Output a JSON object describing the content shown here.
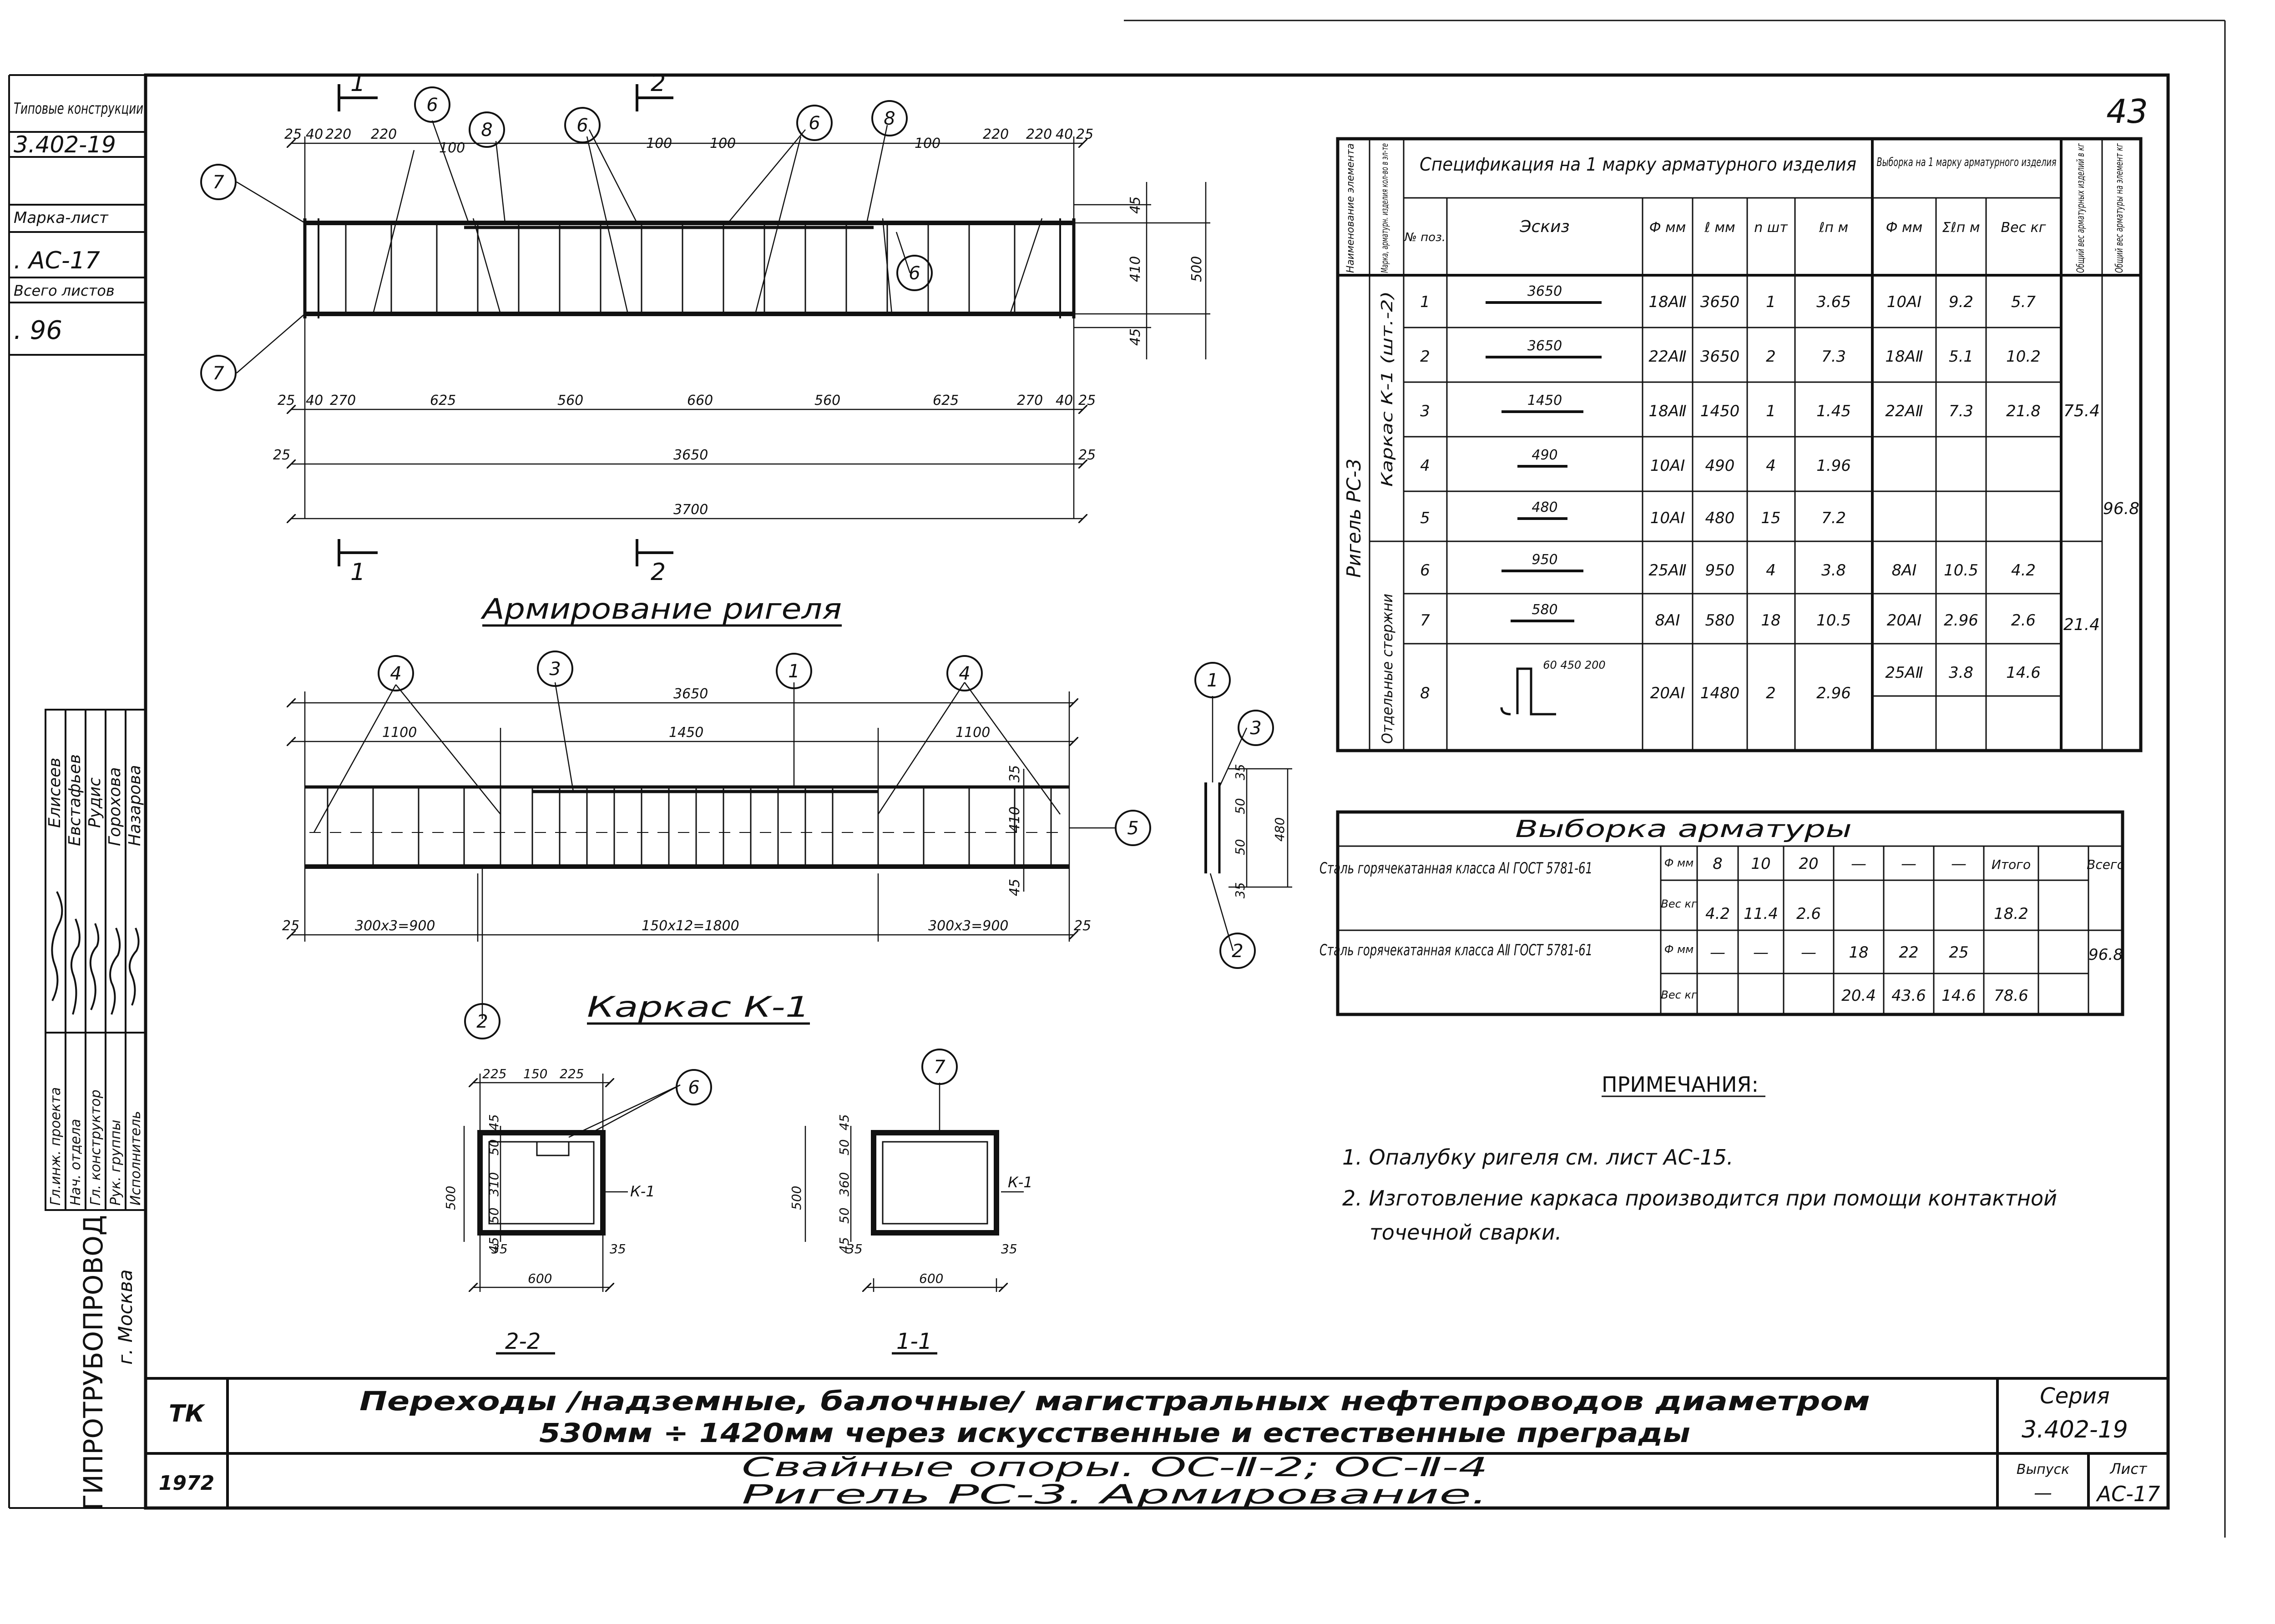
{
  "sheet_number": "43",
  "side_stamp": {
    "label1": "Типовые конструкции",
    "code": "3.402-19",
    "label2": "Марка-лист",
    "mark": ". АС-17",
    "label3": "Всего листов",
    "total": ". 96"
  },
  "signatures": {
    "roles": [
      "Гл.инж. проекта",
      "Нач. отдела",
      "Гл. конструктор",
      "Рук. группы",
      "Исполнитель"
    ],
    "names": [
      "Елисеев",
      "Евстафьев",
      "Рудис",
      "Горохова",
      "Назарова"
    ]
  },
  "org": {
    "name": "ГИПРОТРУБОПРОВОД",
    "city": "г. Москва"
  },
  "main_view": {
    "title": "Армирование ригеля",
    "section_marks": [
      "1",
      "2",
      "1",
      "2"
    ],
    "top_dims": [
      "25",
      "40",
      "220",
      "220",
      "100",
      "100",
      "100",
      "100",
      "220",
      "220",
      "40",
      "25"
    ],
    "bottom_dims": [
      "25",
      "40",
      "270",
      "625",
      "560",
      "660",
      "560",
      "625",
      "270",
      "40",
      "25"
    ],
    "overall_dims": [
      "25",
      "3650",
      "25",
      "3700"
    ],
    "height_dims": [
      "45",
      "410",
      "45",
      "500"
    ],
    "callouts": [
      "7",
      "7",
      "6",
      "8",
      "6",
      "6",
      "8",
      "6"
    ]
  },
  "cage_view": {
    "title": "Каркас К-1",
    "dims": [
      "3650",
      "1100",
      "1450",
      "1100",
      "300х3=900",
      "150х12=1800",
      "300х3=900",
      "25",
      "25",
      "35",
      "410",
      "45"
    ],
    "callouts": [
      "4",
      "3",
      "1",
      "4",
      "5",
      "2"
    ],
    "side_callouts": [
      "1",
      "3",
      "2"
    ],
    "side_dims": [
      "35",
      "50",
      "50",
      "35",
      "480"
    ]
  },
  "section_22": {
    "label": "2-2",
    "dims": [
      "225",
      "150",
      "225",
      "45",
      "50",
      "310",
      "50",
      "45",
      "500",
      "35",
      "35",
      "600"
    ],
    "cage": "К-1",
    "callout": "6"
  },
  "section_11": {
    "label": "1-1",
    "dims": [
      "45",
      "50",
      "360",
      "50",
      "45",
      "500",
      "35",
      "35",
      "600"
    ],
    "cage": "К-1",
    "callout": "7"
  },
  "spec": {
    "h_name": "Наименование элемента",
    "h_mark": "Марка, арматурн. изделия кол-во в эл-те",
    "h_title": "Спецификация на 1 марку арматурного изделия",
    "h_selection": "Выборка на 1 марку арматурного изделия",
    "h_total1": "Общий вес арматурных изделий в кг",
    "h_total2": "Общий вес арматуры на элемент кг",
    "cols": [
      "№ поз.",
      "Эскиз",
      "Ф мм",
      "ℓ мм",
      "n шт",
      "ℓп м"
    ],
    "sel_cols": [
      "Ф мм",
      "Σℓп м",
      "Вес кг"
    ],
    "element": "Ригель РС-3",
    "group1": "Каркас К-1 (шт.-2)",
    "group2": "Отдельные стержни",
    "rows": [
      {
        "pos": "1",
        "sketch": "3650",
        "d": "18АⅡ",
        "l": "3650",
        "n": "1",
        "lp": "3.65"
      },
      {
        "pos": "2",
        "sketch": "3650",
        "d": "22АⅡ",
        "l": "3650",
        "n": "2",
        "lp": "7.3"
      },
      {
        "pos": "3",
        "sketch": "1450",
        "d": "18АⅡ",
        "l": "1450",
        "n": "1",
        "lp": "1.45"
      },
      {
        "pos": "4",
        "sketch": "490",
        "d": "10АI",
        "l": "490",
        "n": "4",
        "lp": "1.96"
      },
      {
        "pos": "5",
        "sketch": "480",
        "d": "10АI",
        "l": "480",
        "n": "15",
        "lp": "7.2"
      },
      {
        "pos": "6",
        "sketch": "950",
        "d": "25АⅡ",
        "l": "950",
        "n": "4",
        "lp": "3.8"
      },
      {
        "pos": "7",
        "sketch": "580",
        "d": "8АI",
        "l": "580",
        "n": "18",
        "lp": "10.5"
      },
      {
        "pos": "8",
        "sketch": "60 450 200",
        "d": "20АI",
        "l": "1480",
        "n": "2",
        "lp": "2.96"
      }
    ],
    "selection_rows": [
      {
        "d": "10АI",
        "sum": "9.2",
        "w": "5.7"
      },
      {
        "d": "18АⅡ",
        "sum": "5.1",
        "w": "10.2"
      },
      {
        "d": "22АⅡ",
        "sum": "7.3",
        "w": "21.8"
      },
      {
        "d": "8АI",
        "sum": "10.5",
        "w": "4.2"
      },
      {
        "d": "20АI",
        "sum": "2.96",
        "w": "2.6"
      },
      {
        "d": "25АⅡ",
        "sum": "3.8",
        "w": "14.6"
      }
    ],
    "total_cage": "75.4",
    "total_bars": "21.4",
    "total_element": "96.8"
  },
  "summary": {
    "title": "Выборка арматуры",
    "row1_label": "Сталь горячекатанная класса АI ГОСТ 5781-61",
    "row2_label": "Сталь горячекатанная класса АⅡ ГОСТ 5781-61",
    "sub_d": "Ф мм",
    "sub_w": "Вес кг",
    "d_cols": [
      "8",
      "10",
      "20",
      "—",
      "—",
      "—"
    ],
    "h_itogo": "Итого",
    "h_vsego": "Всего",
    "w1": [
      "4.2",
      "11.4",
      "2.6",
      "",
      "",
      ""
    ],
    "itogo1": "18.2",
    "d2": [
      "—",
      "—",
      "—",
      "18",
      "22",
      "25"
    ],
    "w2": [
      "",
      "",
      "",
      "20.4",
      "43.6",
      "14.6"
    ],
    "itogo2": "78.6",
    "vsego": "96.8"
  },
  "notes": {
    "title": "ПРИМЕЧАНИЯ:",
    "items": [
      "1. Опалубку ригеля см. лист АС-15.",
      "2. Изготовление каркаса производится при помощи контактной",
      "точечной сварки."
    ]
  },
  "title_block": {
    "tk": "ТК",
    "line1": "Переходы /надземные, балочные/ магистральных нефтепроводов диаметром",
    "line2": "530мм ÷ 1420мм через искусственные и естественные преграды",
    "year": "1972",
    "line3": "Свайные опоры. ОС-Ⅱ-2; ОС-Ⅱ-4",
    "line4": "Ригель РС-3. Армирование.",
    "series_label": "Серия",
    "series_value": "3.402-19",
    "issue_label": "Выпуск",
    "issue_value": "—",
    "sheet_label": "Лист",
    "sheet_value": "АС-17"
  }
}
